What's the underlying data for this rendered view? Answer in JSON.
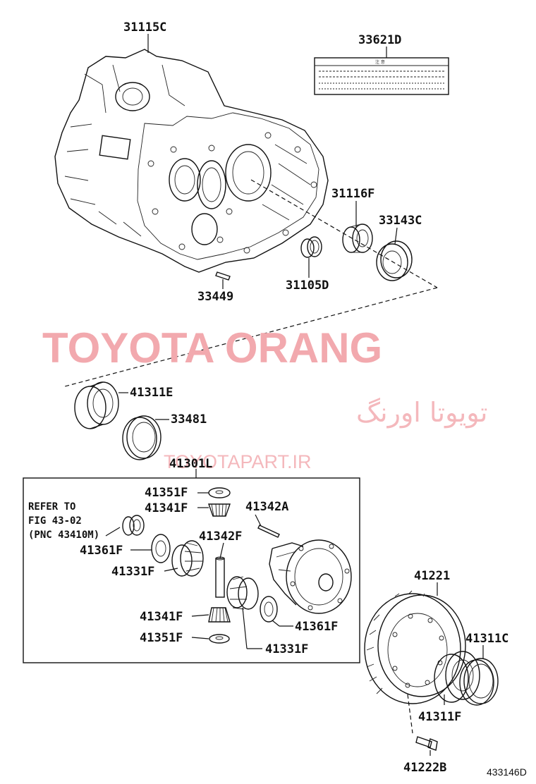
{
  "diagram": {
    "figure_id": "433146D",
    "labels": {
      "case": "31115C",
      "caution_plate": "33621D",
      "caution_heading": "注 意",
      "oil_seal_outer": "31116F",
      "plug_outer": "33143C",
      "oil_seal_inner": "31105D",
      "pin": "33449",
      "bearing_race": "41311E",
      "shim": "33481",
      "diff_case_assy": "41301L",
      "washer_top": "41351F",
      "pinion_top": "41341F",
      "pin_long": "41342A",
      "shaft": "41342F",
      "washer_side_left": "41361F",
      "side_gear_left": "41331F",
      "pinion_bottom": "41341F",
      "washer_bottom": "41351F",
      "side_gear_right": "41331F",
      "washer_side_right": "41361F",
      "ring_gear": "41221",
      "bearing_outer": "41311C",
      "bearing_inner": "41311F",
      "bolt": "41222B"
    },
    "reference_note": [
      "REFER TO",
      "FIG 43-02",
      "(PNC 43410M)"
    ]
  },
  "watermarks": {
    "brand": "TOYOTA ORANG",
    "persian": "تویوتا اورنگ",
    "site": "TOYOTAPART.IR"
  }
}
